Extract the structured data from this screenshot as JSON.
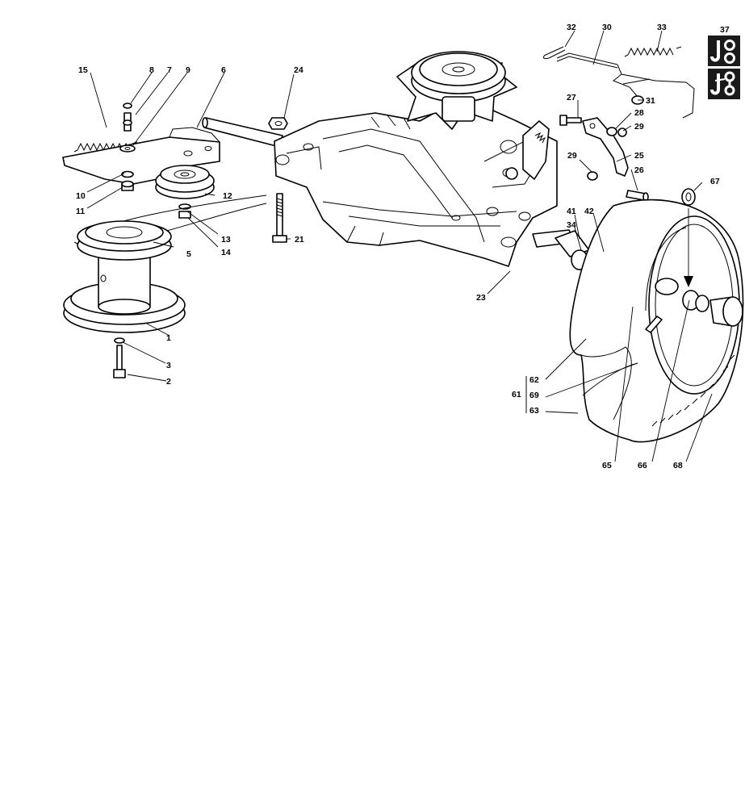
{
  "callouts": {
    "c1": "1",
    "c2": "2",
    "c3": "3",
    "c5": "5",
    "c6": "6",
    "c7": "7",
    "c8": "8",
    "c9": "9",
    "c10": "10",
    "c11": "11",
    "c12": "12",
    "c13": "13",
    "c14": "14",
    "c15": "15",
    "c21": "21",
    "c23": "23",
    "c24": "24",
    "c25": "25",
    "c26": "26",
    "c27": "27",
    "c28": "28",
    "c29a": "29",
    "c29b": "29",
    "c30": "30",
    "c31": "31",
    "c32": "32",
    "c33": "33",
    "c34": "34",
    "c37": "37",
    "c41": "41",
    "c42": "42",
    "c61": "61",
    "c62": "62",
    "c63": "63",
    "c65": "65",
    "c66": "66",
    "c67": "67",
    "c68": "68",
    "c69": "69"
  },
  "icons": {
    "badge_top": "version-badge-icon",
    "badge_bottom": "version-badge-icon"
  },
  "colors": {
    "ink": "#000000",
    "badge": "#1a1a1a",
    "background": "#ffffff"
  }
}
